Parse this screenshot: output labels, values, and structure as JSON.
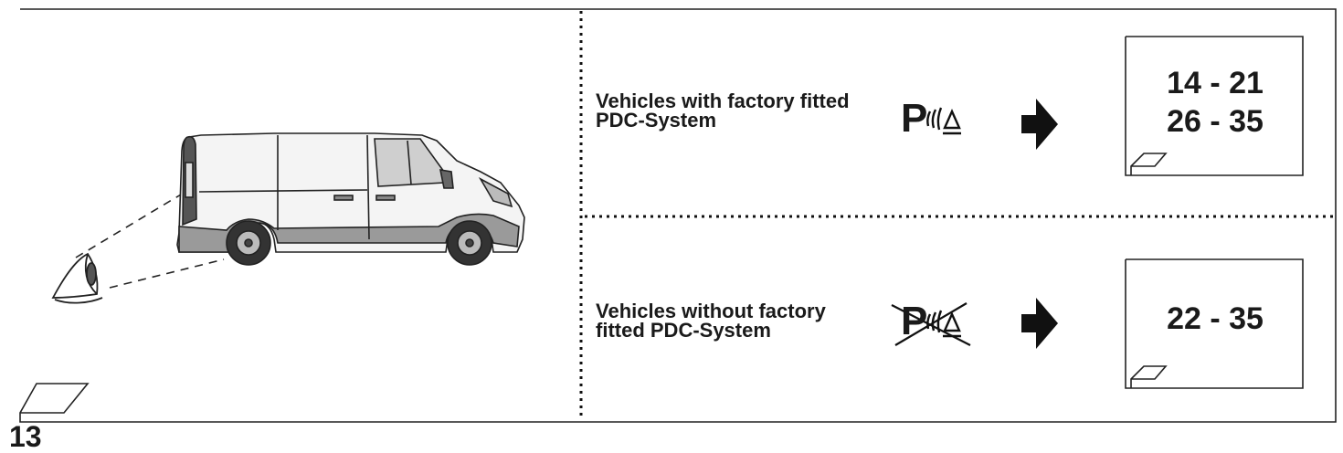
{
  "page_number": "13",
  "rows": [
    {
      "label_line1": "Vehicles with factory fitted",
      "label_line2": "PDC-System",
      "pdc_symbol_letter": "P",
      "pdc_crossed": false,
      "code_line1": "14 - 21",
      "code_line2": "26 - 35"
    },
    {
      "label_line1": "Vehicles without factory",
      "label_line2": "fitted PDC-System",
      "pdc_symbol_letter": "P",
      "pdc_crossed": true,
      "code_line1": "22 - 35"
    }
  ],
  "icons": {
    "arrow": "right-arrow-icon",
    "eye": "eye-icon",
    "van": "van-illustration",
    "pdc": "parking-sensor-icon"
  }
}
